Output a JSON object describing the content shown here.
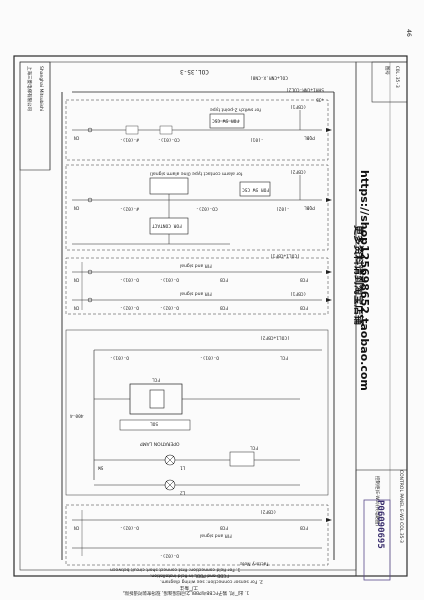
{
  "page": {
    "corner_number": "46",
    "right_tab_text": "CONTROL PANEL E-W3 COL.35-3"
  },
  "title_block": {
    "company_left": "上海三菱电梯有限公司",
    "company_en": "Shanghai Mitsubishi",
    "chinese_title": "控制柜(E-W3)(共电路图)",
    "drawing_no_cn": "图号",
    "drawing_no": "COL.35-3"
  },
  "header": {
    "label_top": "COL.35-3",
    "bus_code_top": "COL+CNR.X-CN8)",
    "bus_code_top2": "SHR1+CNR-COL2)",
    "bus_right": "+35"
  },
  "watermark": {
    "line1": "更多资料请到淘宝店铺",
    "line2": "https://shop125698652.taobao.com"
  },
  "stamp": {
    "text": "P06090695"
  },
  "rungs": [
    {
      "id": "rung1",
      "bus_label": "(CBF1)",
      "note": "for switch 2-point type",
      "sw_label": "FOR SW CSC",
      "contact_a": "#-(01)-",
      "contact_b": "CO-(01)-",
      "out_label": "-(01)",
      "term_left": "CN",
      "term_right": "PQBL"
    },
    {
      "id": "rung2",
      "bus_label": "(CBF2)",
      "note": "for alarm contact type (line alarm signal)",
      "sw_label": "FOR SW CSC",
      "aux_label": "FOR CONTACT",
      "contact_a": "#-(02)-",
      "contact_b": "CO-(02)-",
      "out_label": "-(02)",
      "term_left": "CN",
      "term_right": "PQBL"
    },
    {
      "id": "rung3",
      "bus_label": "(COL1+CBF1)",
      "note": "FIR and signal",
      "contact_a": "O-(01)-",
      "contact_b": "O-(01)-",
      "out_label": "FCB",
      "term_left": "CN",
      "term_right": "FCB"
    },
    {
      "id": "rung4",
      "bus_label": "(CBF1)",
      "note": "FIR and signal",
      "contact_a": "O-(02)-",
      "contact_b": "O-(02)-",
      "out_label": "FCB",
      "term_left": "CN",
      "term_right": "FCB"
    },
    {
      "id": "rung5",
      "bus_label": "(COL1+CBF2)",
      "note": "FCL",
      "coil_label": "SOL",
      "contact_a": "O-(01)-",
      "contact_b": "O-(01)-",
      "out_label": "FCL",
      "term_left": "400-4",
      "term_right": "FCL"
    },
    {
      "id": "rung6",
      "bus_label": "(CBF2)",
      "note": "FIR and signal",
      "contact_a": "O-(02)-",
      "contact_b": "O-(02)-",
      "out_label": "FCB",
      "term_left": "CN",
      "term_right": "FCB"
    }
  ],
  "lamps": {
    "label": "OPERATION LAMP",
    "left_label": "SW",
    "lamp1": "L1",
    "lamp2": "L2"
  },
  "footnotes": {
    "line1": "Factory Note",
    "line2": "1. For field connection: first connect short circuit between",
    "line3": "   FCBB and PBBL in field installation.",
    "line4": "2. For sensor connection: see wiring diagram.",
    "cn1": "工厂备注",
    "cn2": "1. 出厂时, 端子FCBB与PBBL之间短接连接, 现场安装时请拆除。"
  }
}
